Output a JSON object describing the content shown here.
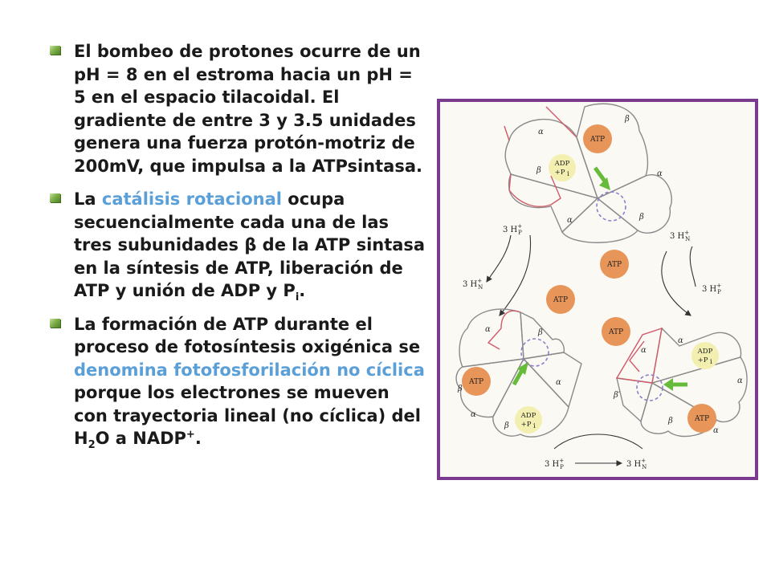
{
  "bullets": [
    {
      "segments": [
        {
          "text": "El bombeo de protones ocurre de un pH = 8 en el estroma hacia un pH = 5 en el espacio tilacoidal. El gradiente de entre 3 y 3.5 unidades genera una fuerza protón-motriz de 200mV, que impulsa a la ATPsintasa."
        }
      ]
    },
    {
      "segments": [
        {
          "text": "La "
        },
        {
          "text": "catálisis rotacional"
        },
        {
          "text": " ocupa secuencialmente cada una de las tres subunidades β de la ATP sintasa en la síntesis de ATP, liberación de ATP y unión de ADP y P"
        },
        {
          "text": "i"
        },
        {
          "text": "."
        }
      ]
    },
    {
      "segments": [
        {
          "text": "La formación de ATP durante el proceso de fotosíntesis oxigénica se "
        },
        {
          "text": "denomina fotofosforilación no cíclica"
        },
        {
          "text": " porque los electrones se mueven con trayectoria lineal (no cíclica) del H"
        },
        {
          "text": "2"
        },
        {
          "text": "O a NADP"
        },
        {
          "text": "+"
        },
        {
          "text": "."
        }
      ]
    }
  ],
  "colors": {
    "highlight": "#5b9fd8",
    "bullet_marker": "#6b9a3a",
    "figure_border": "#7a3b8e",
    "atp_fill": "#e8955a",
    "adp_fill": "#f3efb0",
    "green_arrow": "#66bb3a",
    "subunit_outline": "#8a8a8a",
    "alpha_outline": "#d05a6a",
    "rotor_dash": "#8f7fc9"
  },
  "figure": {
    "greek": {
      "alpha": "α",
      "beta": "β",
      "beta_prime": "β′"
    },
    "atp": "ATP",
    "adp_line1": "ADP",
    "adp_line2": "+P",
    "adp_sub": "i",
    "h_label": "3 H",
    "sub_p": "P",
    "sub_n": "N",
    "plus": "+"
  }
}
